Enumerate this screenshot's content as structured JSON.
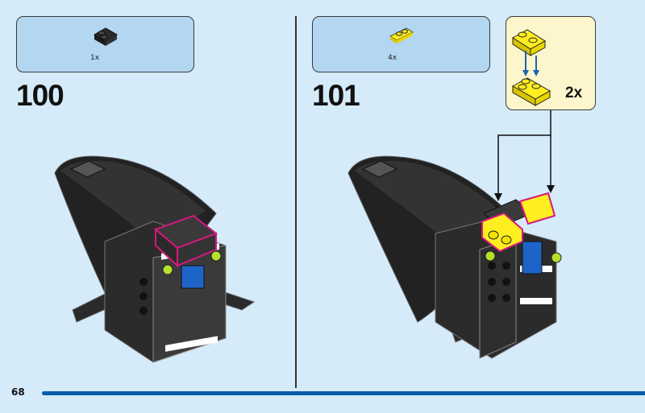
{
  "page_number": "68",
  "steps": [
    {
      "number": "100",
      "parts": [
        {
          "color": "black",
          "qty": "1x"
        }
      ]
    },
    {
      "number": "101",
      "parts": [
        {
          "color": "yellow",
          "qty": "4x"
        }
      ],
      "subassembly": {
        "qty": "2x"
      }
    }
  ],
  "colors": {
    "background": "#d5ebfa",
    "parts_box": "#b3d6f1",
    "subassembly_box": "#fdf5cc",
    "bar": "#0a5ea8",
    "highlight": "#d6177e"
  }
}
